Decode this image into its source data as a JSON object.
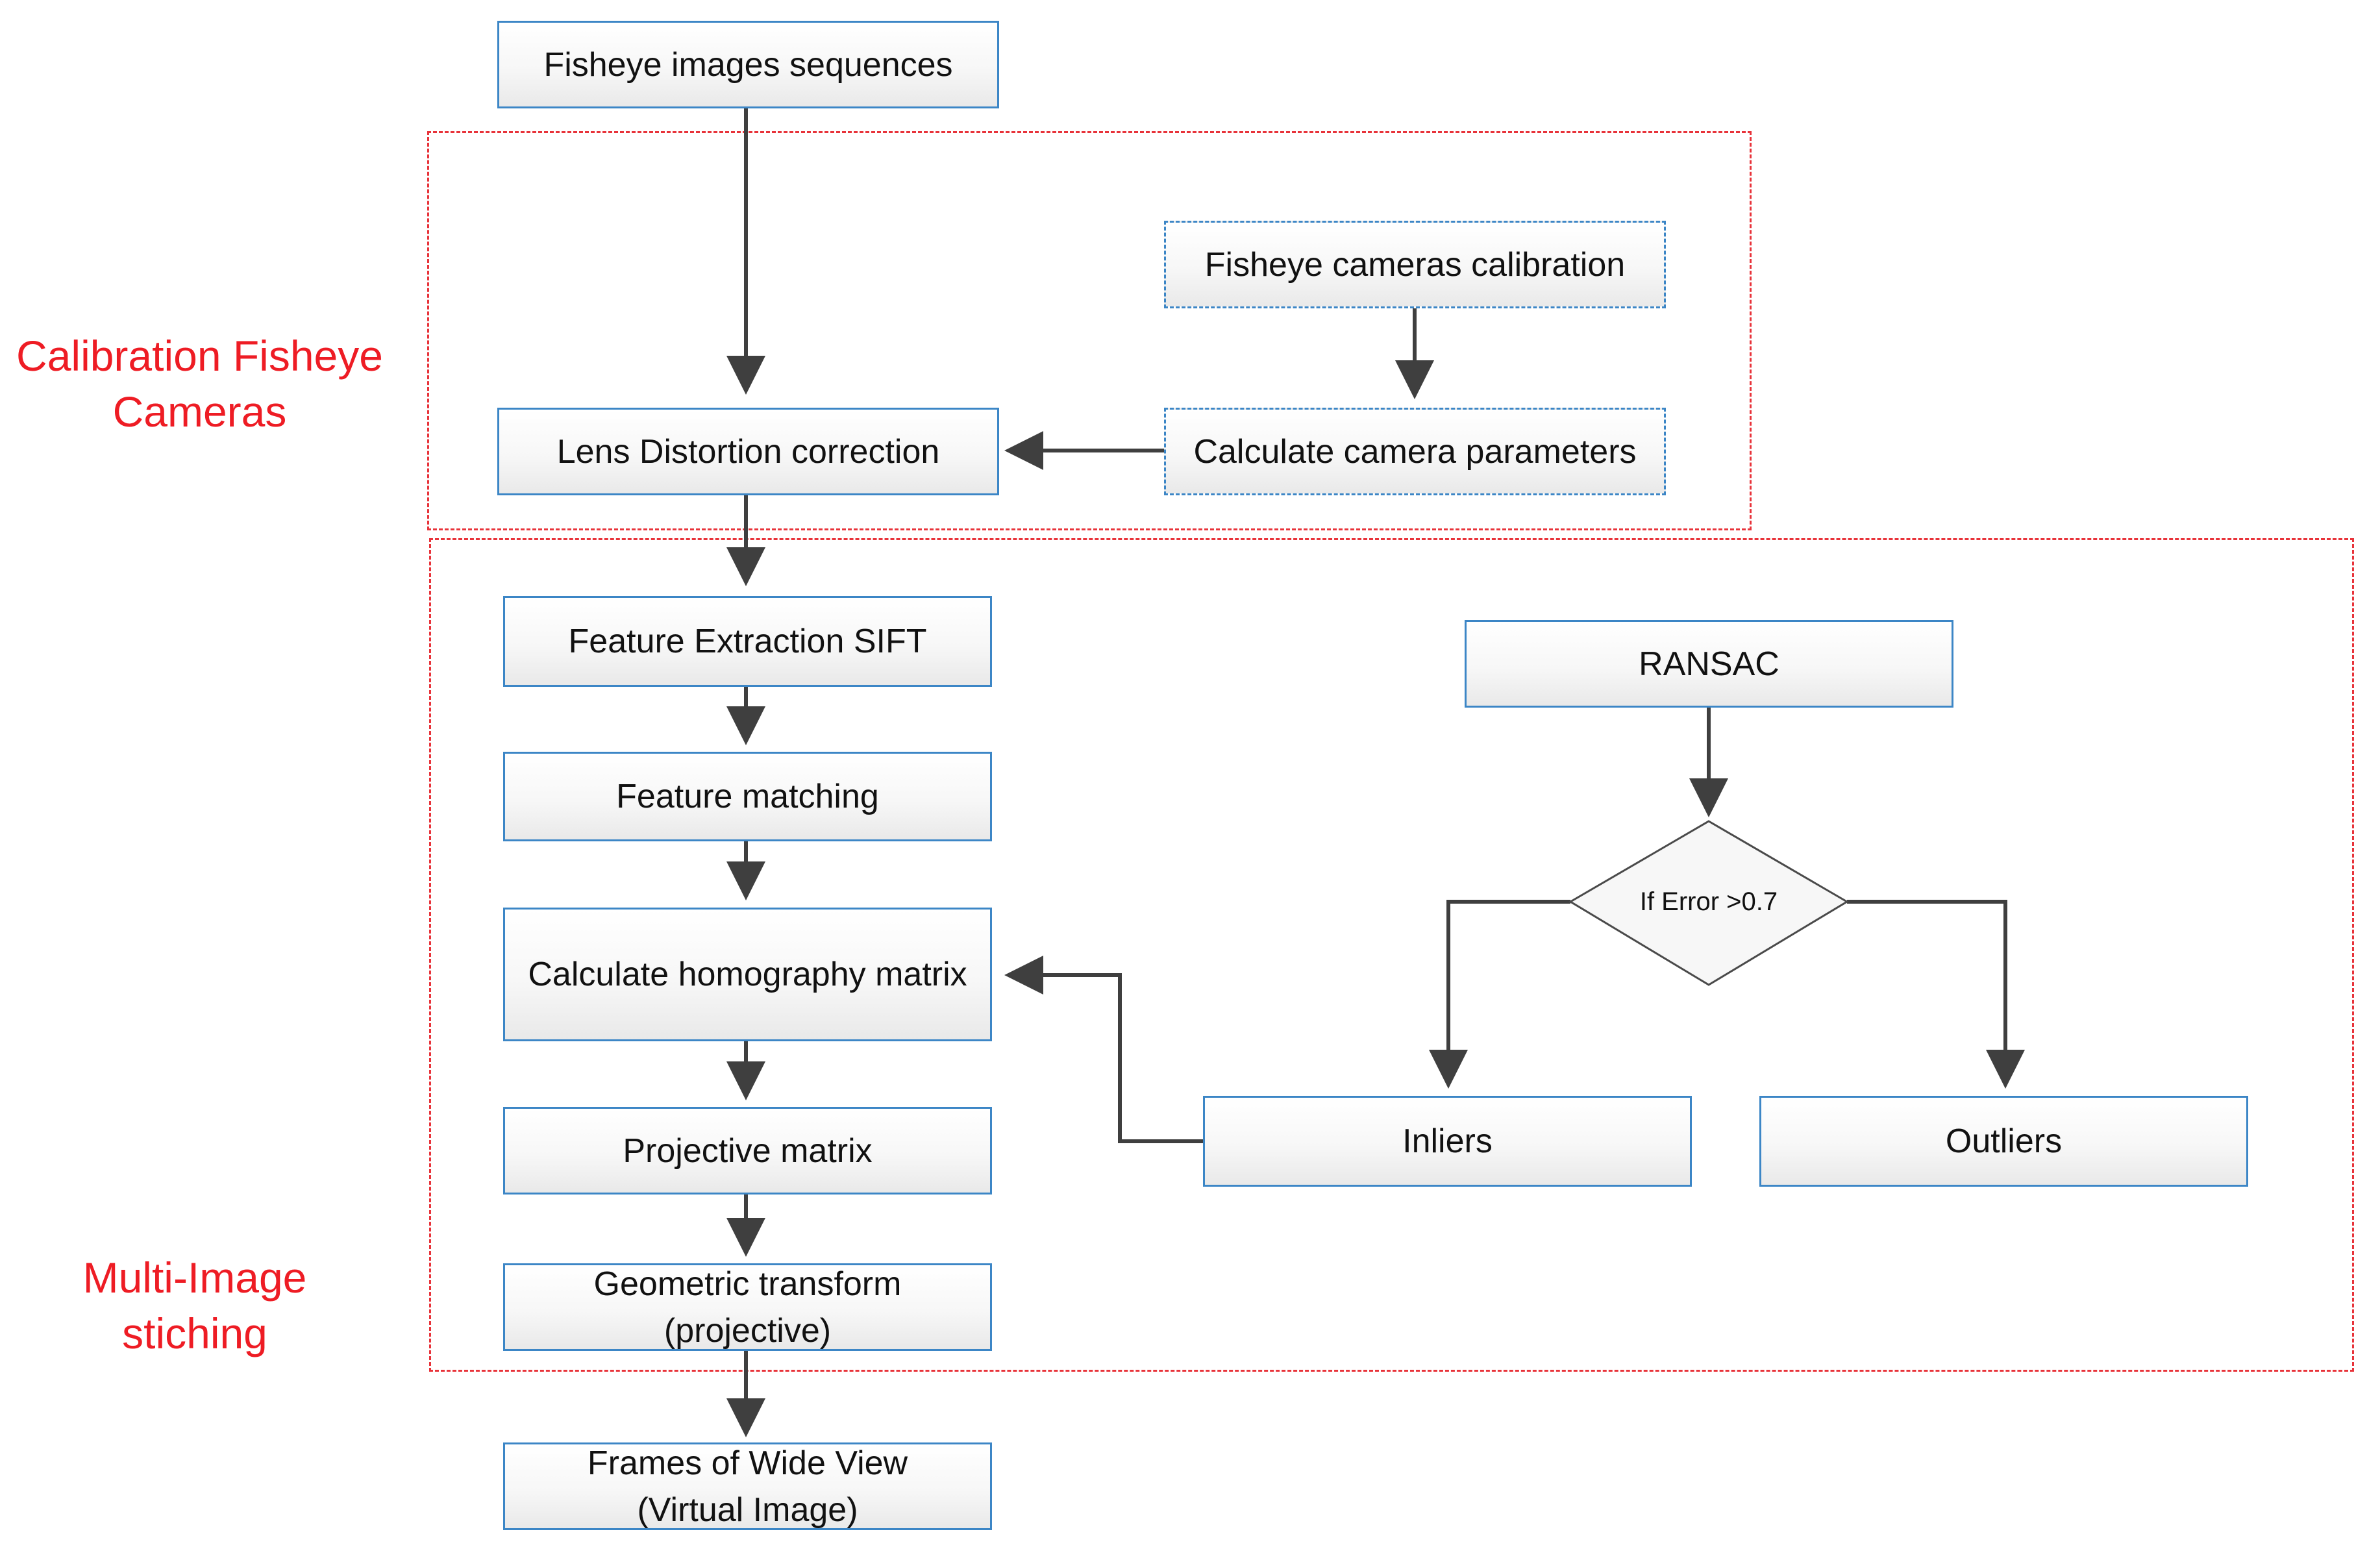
{
  "regions": {
    "calibration": {
      "label": "Calibration Fisheye\nCameras",
      "color": "#ee1c24"
    },
    "stitching": {
      "label": "Multi-Image\nstiching",
      "color": "#ee1c24"
    }
  },
  "nodes": {
    "fisheye_sequences": "Fisheye images sequences",
    "cameras_calibration": "Fisheye cameras calibration",
    "lens_correction": "Lens Distortion correction",
    "camera_parameters": "Calculate camera parameters",
    "feature_extraction": "Feature Extraction SIFT",
    "feature_matching": "Feature matching",
    "homography": "Calculate homography matrix",
    "projective_matrix": "Projective matrix",
    "geometric_transform": "Geometric transform\n(projective)",
    "frames_output": "Frames of Wide View\n(Virtual Image)",
    "ransac": "RANSAC",
    "error_decision": "If Error >0.7",
    "inliers": "Inliers",
    "outliers": "Outliers"
  },
  "colors": {
    "box_border": "#3c86c6",
    "arrow": "#3f3f3f",
    "region_border": "#e8333a"
  }
}
